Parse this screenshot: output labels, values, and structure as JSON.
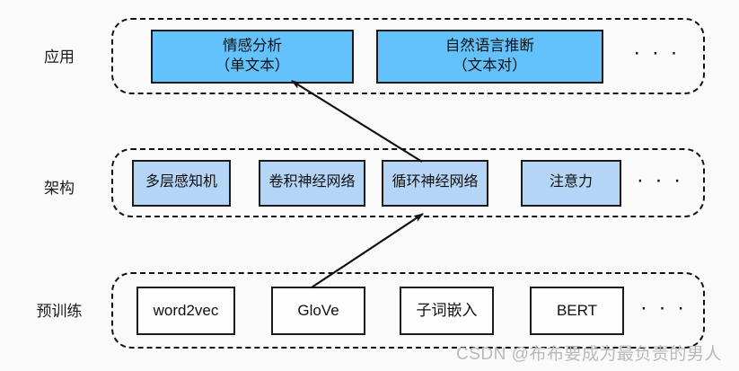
{
  "background_color": "#fafafa",
  "stroke_color": "#111111",
  "rows": [
    {
      "id": "application",
      "label": "应用",
      "box_fill": "#63c2fc",
      "ellipsis": "· · ·",
      "items": [
        {
          "name": "sentiment-analysis",
          "line1": "情感分析",
          "line2": "（单文本）"
        },
        {
          "name": "natural-language-inference",
          "line1": "自然语言推断",
          "line2": "（文本对）"
        }
      ]
    },
    {
      "id": "architecture",
      "label": "架构",
      "box_fill": "#b4d5f5",
      "ellipsis": "· · ·",
      "items": [
        {
          "name": "multilayer-perceptron",
          "line1": "多层感知机",
          "line2": ""
        },
        {
          "name": "convolutional-neural-network",
          "line1": "卷积神经网络",
          "line2": ""
        },
        {
          "name": "recurrent-neural-network",
          "line1": "循环神经网络",
          "line2": ""
        },
        {
          "name": "attention",
          "line1": "注意力",
          "line2": ""
        }
      ]
    },
    {
      "id": "pretraining",
      "label": "预训练",
      "box_fill": "#fdfdfd",
      "ellipsis": "· · ·",
      "items": [
        {
          "name": "word2vec",
          "line1": "word2vec",
          "line2": ""
        },
        {
          "name": "glove",
          "line1": "GloVe",
          "line2": ""
        },
        {
          "name": "subword-embedding",
          "line1": "子词嵌入",
          "line2": ""
        },
        {
          "name": "bert",
          "line1": "BERT",
          "line2": ""
        }
      ]
    }
  ],
  "connections": [
    {
      "name": "glove-to-rnn",
      "from": "glove",
      "to": "recurrent-neural-network"
    },
    {
      "name": "rnn-to-sentiment-analysis",
      "from": "recurrent-neural-network",
      "to": "sentiment-analysis"
    }
  ],
  "watermark": "CSDN @布布要成为最负责的男人"
}
